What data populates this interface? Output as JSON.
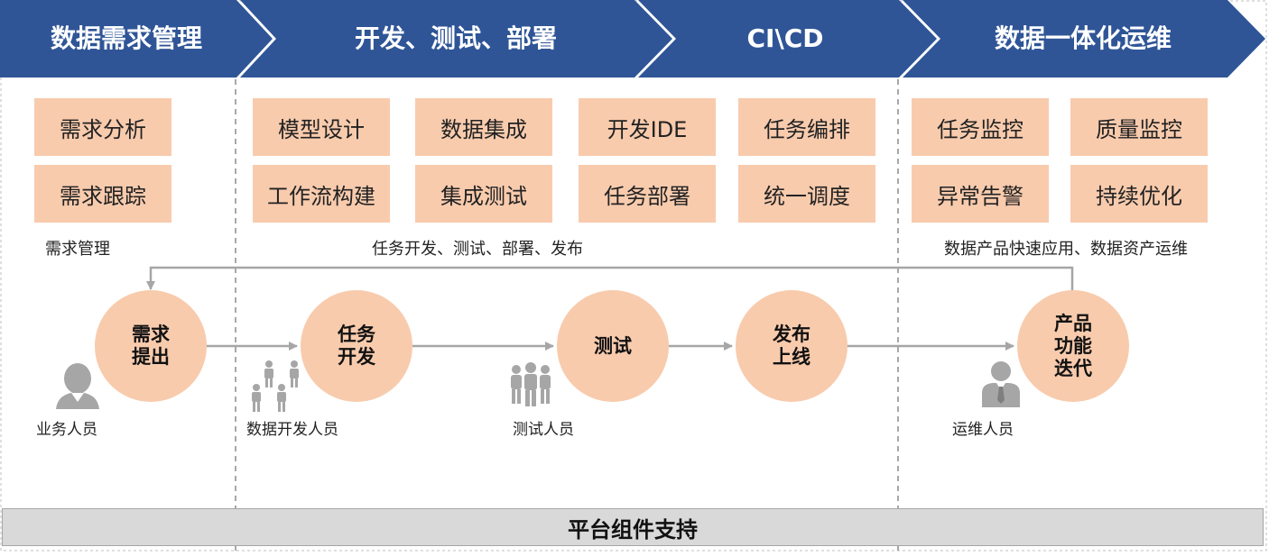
{
  "colors": {
    "header": "#2f5597",
    "box": "#f8cbad",
    "platform": "#d9d9d9",
    "arrow": "#a6a6a6",
    "icon": "#a6a6a6"
  },
  "header": {
    "stages": [
      "数据需求管理",
      "开发、测试、部署",
      "CI\\CD",
      "数据一体化运维"
    ]
  },
  "modules": {
    "requirements": [
      "需求分析",
      "需求跟踪"
    ],
    "development": [
      "模型设计",
      "数据集成",
      "开发IDE",
      "任务编排",
      "工作流构建",
      "集成测试",
      "任务部署",
      "统一调度"
    ],
    "operations": [
      "任务监控",
      "质量监控",
      "异常告警",
      "持续优化"
    ]
  },
  "captions": {
    "requirements": "需求管理",
    "development": "任务开发、测试、部署、发布",
    "operations": "数据产品快速应用、数据资产运维"
  },
  "flow": {
    "nodes": [
      {
        "line1": "需求",
        "line2": "提出",
        "line3": ""
      },
      {
        "line1": "任务",
        "line2": "开发",
        "line3": ""
      },
      {
        "line1": "测试",
        "line2": "",
        "line3": ""
      },
      {
        "line1": "发布",
        "line2": "上线",
        "line3": ""
      },
      {
        "line1": "产品",
        "line2": "功能",
        "line3": "迭代"
      }
    ],
    "roles": [
      "业务人员",
      "数据开发人员",
      "测试人员",
      "运维人员"
    ],
    "icons": [
      "business-person-icon",
      "developers-group-icon",
      "testers-group-icon",
      "ops-person-icon"
    ]
  },
  "platform": {
    "label": "平台组件支持"
  }
}
